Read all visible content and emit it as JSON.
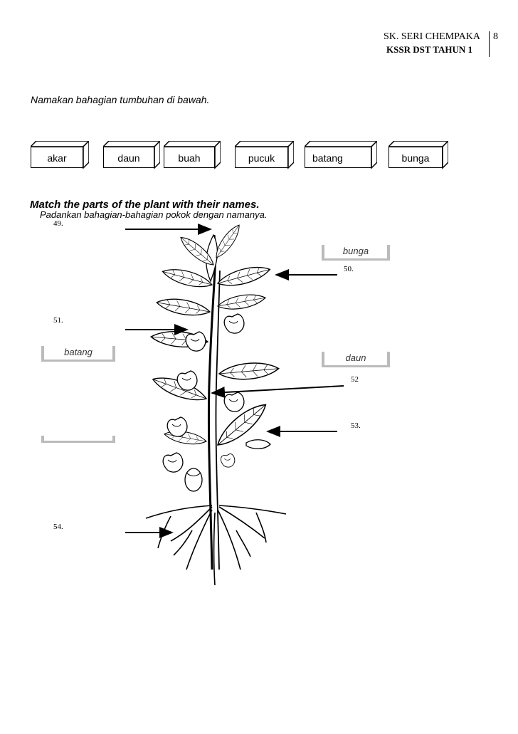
{
  "header": {
    "school": "SK. SERI CHEMPAKA",
    "level": "KSSR DST TAHUN 1",
    "page": "8"
  },
  "instruction": "Namakan bahagian tumbuhan di bawah.",
  "word_boxes": [
    "akar",
    "daun",
    "buah",
    "pucuk",
    "batang",
    "bunga"
  ],
  "worksheet": {
    "title": "Match the parts of the plant with their names.",
    "subtitle": "Padankan bahagian-bahagian pokok dengan namanya.",
    "labels": [
      "bunga",
      "batang",
      "daun"
    ]
  },
  "questions": [
    "49.",
    "50.",
    "51.",
    "52",
    "53.",
    "54."
  ]
}
